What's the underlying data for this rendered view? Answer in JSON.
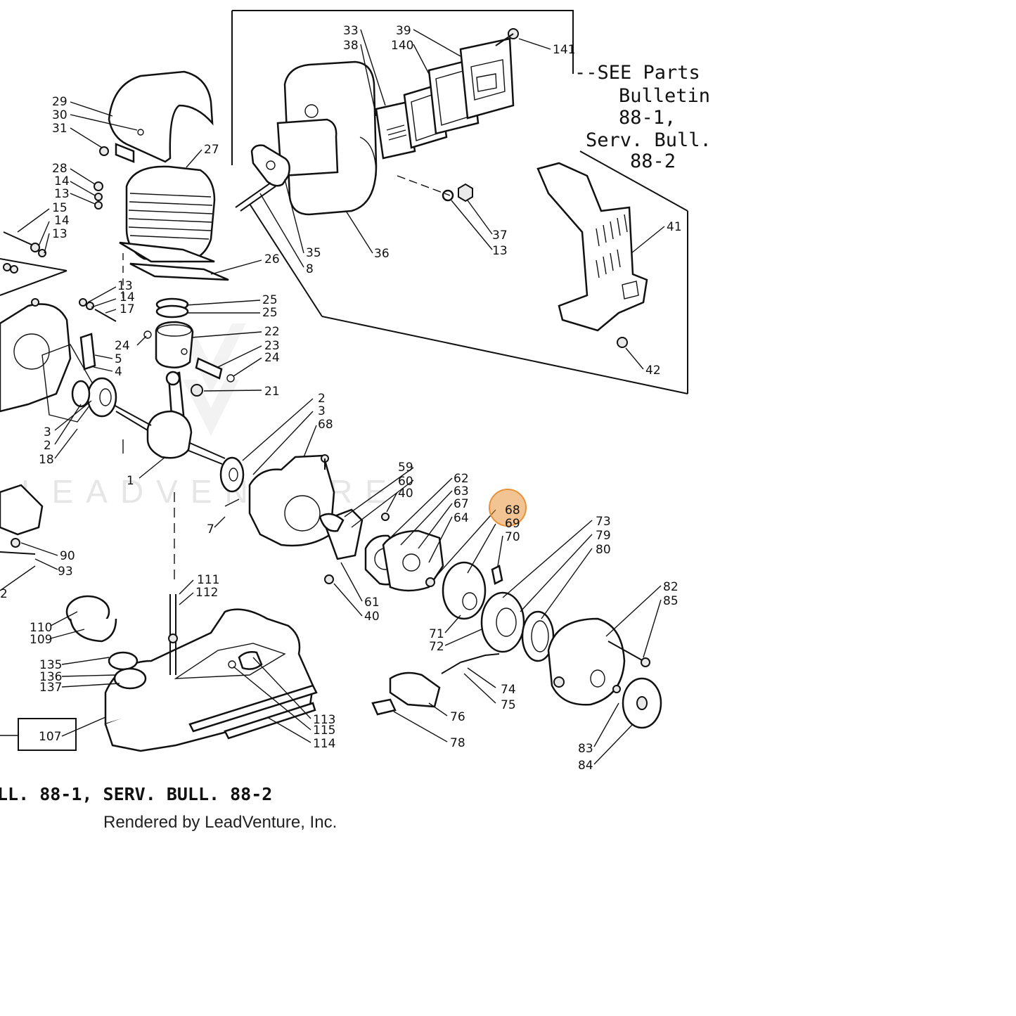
{
  "diagram": {
    "note_lines": [
      "--SEE Parts",
      "Bulletin",
      "88-1,",
      "Serv. Bull.",
      "88-2"
    ],
    "bulletin_text": "LL. 88-1, SERV. BULL. 88-2",
    "credit": "Rendered by LeadVenture, Inc.",
    "watermark": "LEADVENTURE",
    "highlight": {
      "label": "68",
      "color": "#e8933a"
    },
    "labels": [
      "29",
      "30",
      "31",
      "27",
      "28",
      "14",
      "13",
      "15",
      "14",
      "13",
      "26",
      "13",
      "14",
      "17",
      "25",
      "25",
      "22",
      "23",
      "24",
      "24",
      "5",
      "4",
      "21",
      "3",
      "2",
      "18",
      "1",
      "2",
      "3",
      "68",
      "7",
      "33",
      "38",
      "39",
      "140",
      "141",
      "35",
      "8",
      "36",
      "37",
      "13",
      "41",
      "42",
      "59",
      "60",
      "40",
      "62",
      "63",
      "67",
      "64",
      "68",
      "69",
      "70",
      "73",
      "79",
      "80",
      "61",
      "40",
      "71",
      "72",
      "82",
      "85",
      "74",
      "75",
      "76",
      "78",
      "83",
      "84",
      "90",
      "93",
      "111",
      "112",
      "110",
      "109",
      "135",
      "136",
      "137",
      "107",
      "113",
      "115",
      "114",
      "2"
    ]
  }
}
